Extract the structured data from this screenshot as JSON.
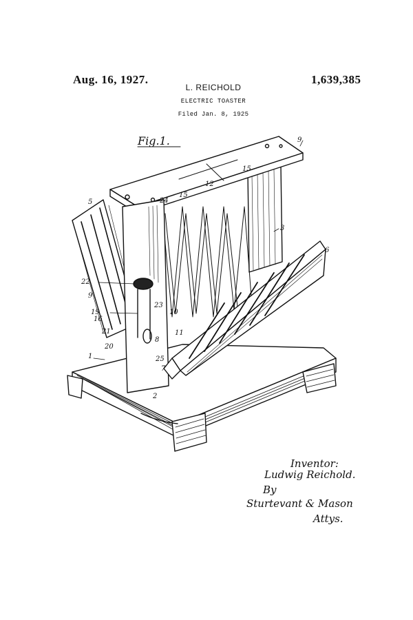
{
  "header": {
    "date": "Aug. 16, 1927.",
    "patent_number": "1,639,385",
    "inventor": "L. REICHOLD",
    "title": "ELECTRIC TOASTER",
    "filed": "Filed Jan. 8, 1925"
  },
  "figure": {
    "label": "Fig.1.",
    "reference_numerals": [
      "1",
      "2",
      "3",
      "5",
      "6",
      "7",
      "8",
      "9",
      "9",
      "10",
      "11",
      "12",
      "15",
      "15",
      "16",
      "19",
      "20",
      "21",
      "22",
      "23",
      "24",
      "25"
    ]
  },
  "signature": {
    "inventor_label": "Inventor:",
    "inventor_name": "Ludwig Reichold.",
    "by": "By",
    "attorneys": "Sturtevant & Mason",
    "attorneys_abbr": "Attys."
  }
}
